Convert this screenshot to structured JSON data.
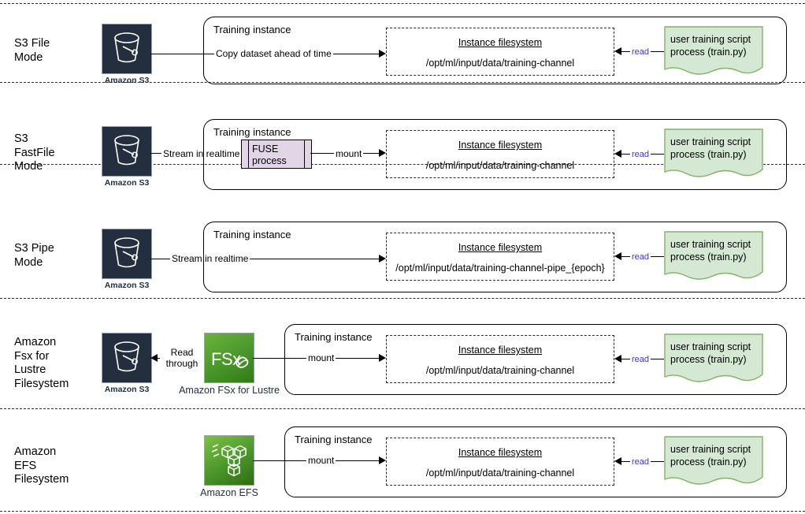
{
  "diagram": {
    "title": "SageMaker training data input modes",
    "separator_positions": [
      4,
      104,
      208,
      378,
      518,
      648
    ],
    "colors": {
      "s3_icon": "#232f3e",
      "fsx_icon": "#4f9b2e",
      "efs_icon": "#4f9b2e",
      "doc_fill": "#d5e8d4",
      "doc_stroke": "#82b366",
      "proc_fill": "#e1d5e7",
      "read_label": "#3b36d6",
      "stroke": "#000000"
    },
    "common": {
      "instance_title": "Training instance",
      "fs_title": "Instance filesystem",
      "doc_text": "user training script\nprocess (train.py)",
      "read_label": "read",
      "mount_label": "mount",
      "s3_caption": "Amazon S3"
    },
    "rows": [
      {
        "id": "s3-file-mode",
        "label": "S3 File\nMode",
        "source_icon": "s3-bucket-icon",
        "source_caption": "Amazon S3",
        "edge_label": "Copy dataset ahead of time",
        "instance_title": "Training instance",
        "fs_title": "Instance filesystem",
        "fs_path": "/opt/ml/input/data/training-channel",
        "read_label": "read",
        "doc_text": "user training script\nprocess (train.py)"
      },
      {
        "id": "s3-fastfile-mode",
        "label": "S3\nFastFile\nMode",
        "source_icon": "s3-bucket-icon",
        "source_caption": "Amazon S3",
        "edge_label": "Stream in realtime",
        "process_text": "FUSE\nprocess",
        "edge_label_2": "mount",
        "instance_title": "Training instance",
        "fs_title": "Instance filesystem",
        "fs_path": "/opt/ml/input/data/training-channel",
        "read_label": "read",
        "doc_text": "user training script\nprocess (train.py)"
      },
      {
        "id": "s3-pipe-mode",
        "label": "S3 Pipe\nMode",
        "source_icon": "s3-bucket-icon",
        "source_caption": "Amazon S3",
        "edge_label": "Stream in realtime",
        "instance_title": "Training instance",
        "fs_title": "Instance filesystem",
        "fs_path": "/opt/ml/input/data/training-channel-pipe_{epoch}",
        "read_label": "read",
        "doc_text": "user training script\nprocess (train.py)"
      },
      {
        "id": "fsx-lustre-filesystem",
        "label": "Amazon\nFsx for\nLustre\nFilesystem",
        "source_icon": "s3-bucket-icon",
        "source_caption": "Amazon S3",
        "secondary_icon": "fsx-icon",
        "secondary_caption": "Amazon FSx for Lustre",
        "edge_label": "Read\nthrough",
        "edge_label_2": "mount",
        "instance_title": "Training instance",
        "fs_title": "Instance filesystem",
        "fs_path": "/opt/ml/input/data/training-channel",
        "read_label": "read",
        "doc_text": "user training script\nprocess (train.py)"
      },
      {
        "id": "efs-filesystem",
        "label": "Amazon\nEFS\nFilesystem",
        "source_icon": "efs-icon",
        "source_caption": "Amazon EFS",
        "edge_label": "mount",
        "instance_title": "Training instance",
        "fs_title": "Instance filesystem",
        "fs_path": "/opt/ml/input/data/training-channel",
        "read_label": "read",
        "doc_text": "user training script\nprocess (train.py)"
      }
    ]
  }
}
